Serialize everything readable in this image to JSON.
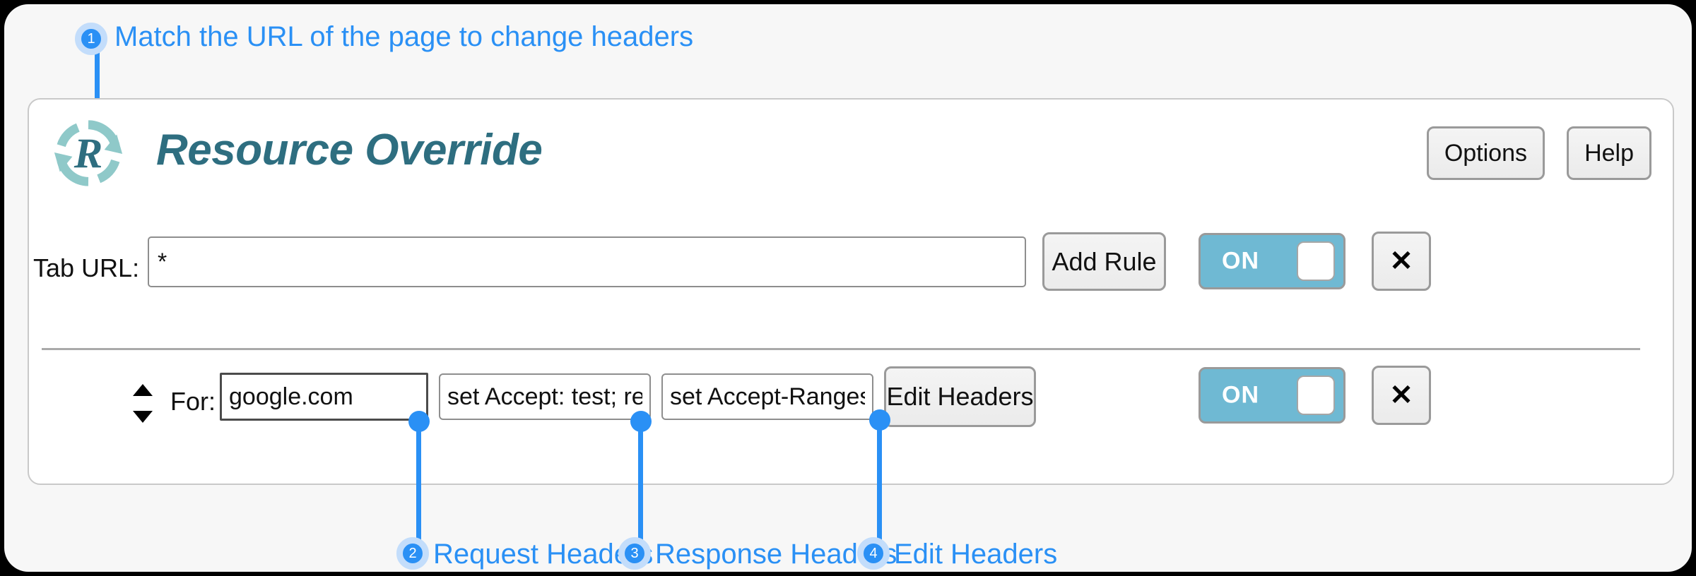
{
  "app": {
    "title": "Resource Override",
    "logo_icon": "refresh-circle-r-logo",
    "title_color": "#2e6e80",
    "accent_color": "#2a90f5",
    "toggle_on_color": "#6fb9d3"
  },
  "header": {
    "options_label": "Options",
    "help_label": "Help"
  },
  "tab_url_row": {
    "label": "Tab URL:",
    "input_value": "*",
    "input_placeholder": "",
    "add_rule_label": "Add Rule",
    "toggle_label": "ON",
    "close_icon": "✕"
  },
  "rule_row": {
    "drag_handle_icon": "sort-updown-icon",
    "for_label": "For:",
    "match_value": "google.com",
    "match_placeholder": "",
    "request_headers_value": "set Accept: test; remove Acc",
    "request_headers_placeholder": "",
    "response_headers_value": "set Accept-Ranges: testing",
    "response_headers_placeholder": "",
    "edit_headers_label": "Edit Headers",
    "toggle_label": "ON",
    "close_icon": "✕"
  },
  "callouts": [
    {
      "number": "1",
      "label": "Match the URL of the page to change headers"
    },
    {
      "number": "2",
      "label": "Request Headers"
    },
    {
      "number": "3",
      "label": "Response Headers"
    },
    {
      "number": "4",
      "label": "Edit Headers"
    }
  ]
}
